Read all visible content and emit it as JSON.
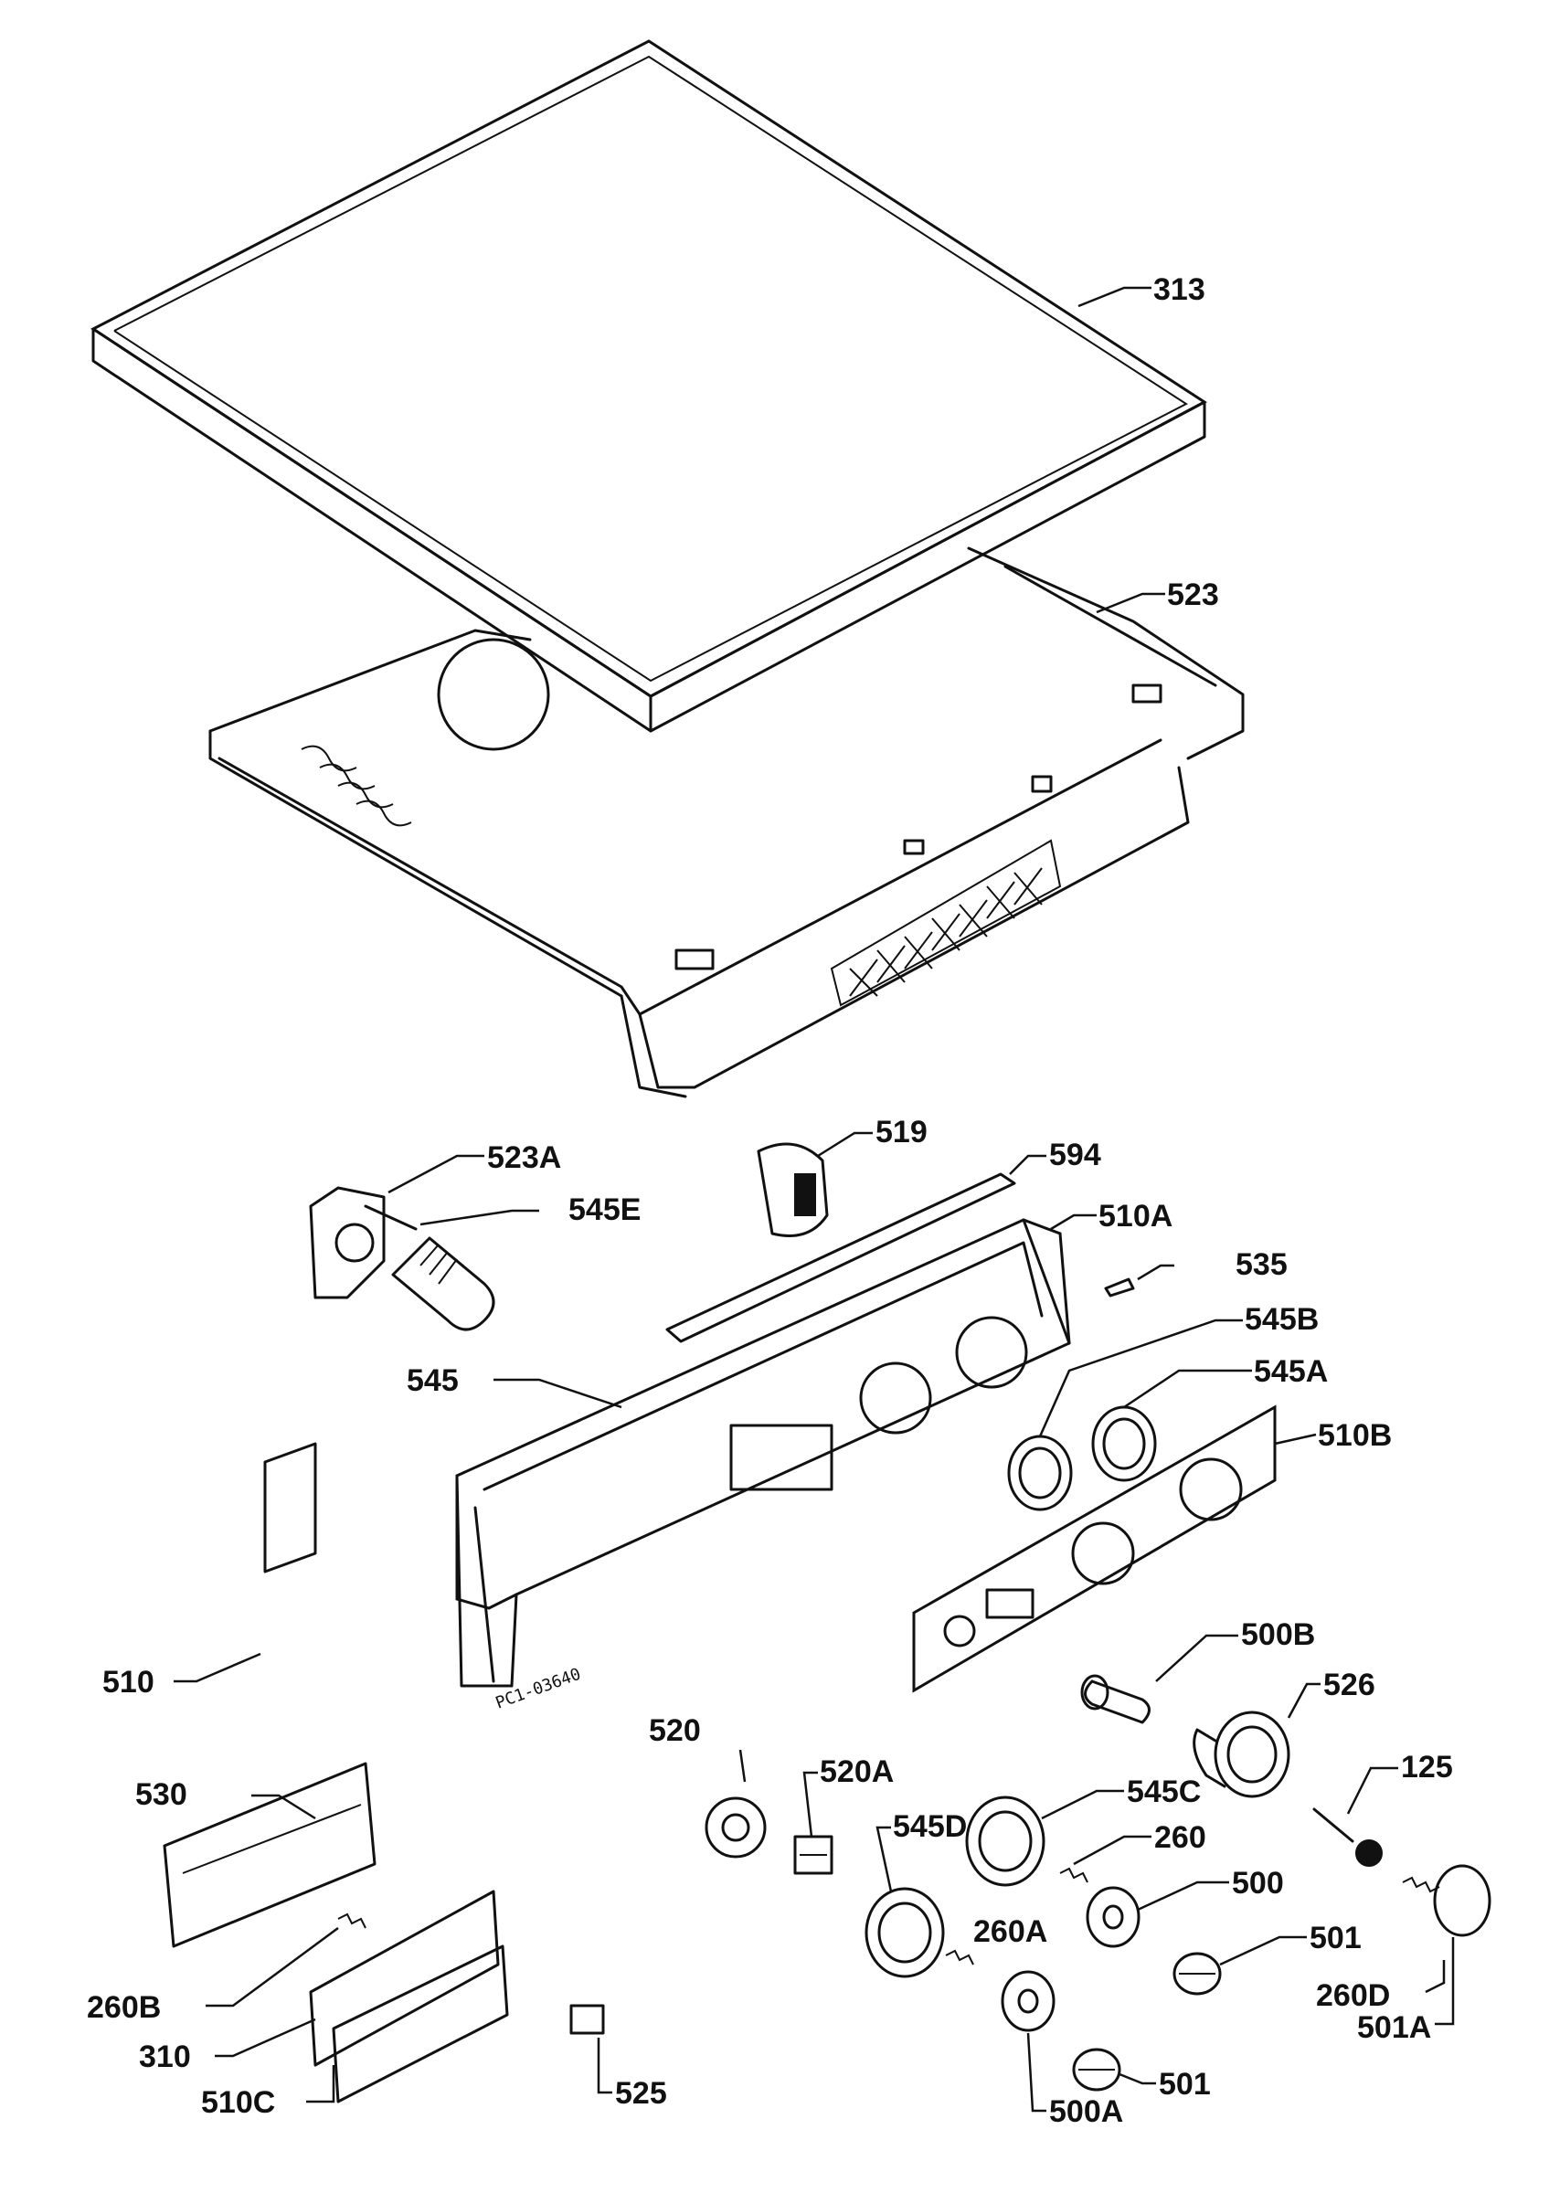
{
  "drawing_code": "PC1-03640",
  "labels": {
    "l313": "313",
    "l523": "523",
    "l523A": "523A",
    "l545E": "545E",
    "l519": "519",
    "l594": "594",
    "l510A": "510A",
    "l535": "535",
    "l545B": "545B",
    "l545": "545",
    "l545A": "545A",
    "l510B": "510B",
    "l510": "510",
    "l500B": "500B",
    "l526": "526",
    "l520": "520",
    "l125": "125",
    "l530": "530",
    "l520A": "520A",
    "l545D": "545D",
    "l545C": "545C",
    "l260": "260",
    "l500": "500",
    "l260A": "260A",
    "l501": "501",
    "l260D": "260D",
    "l260B": "260B",
    "l310": "310",
    "l501A": "501A",
    "l501b": "501",
    "l510C": "510C",
    "l525": "525",
    "l500A": "500A"
  }
}
